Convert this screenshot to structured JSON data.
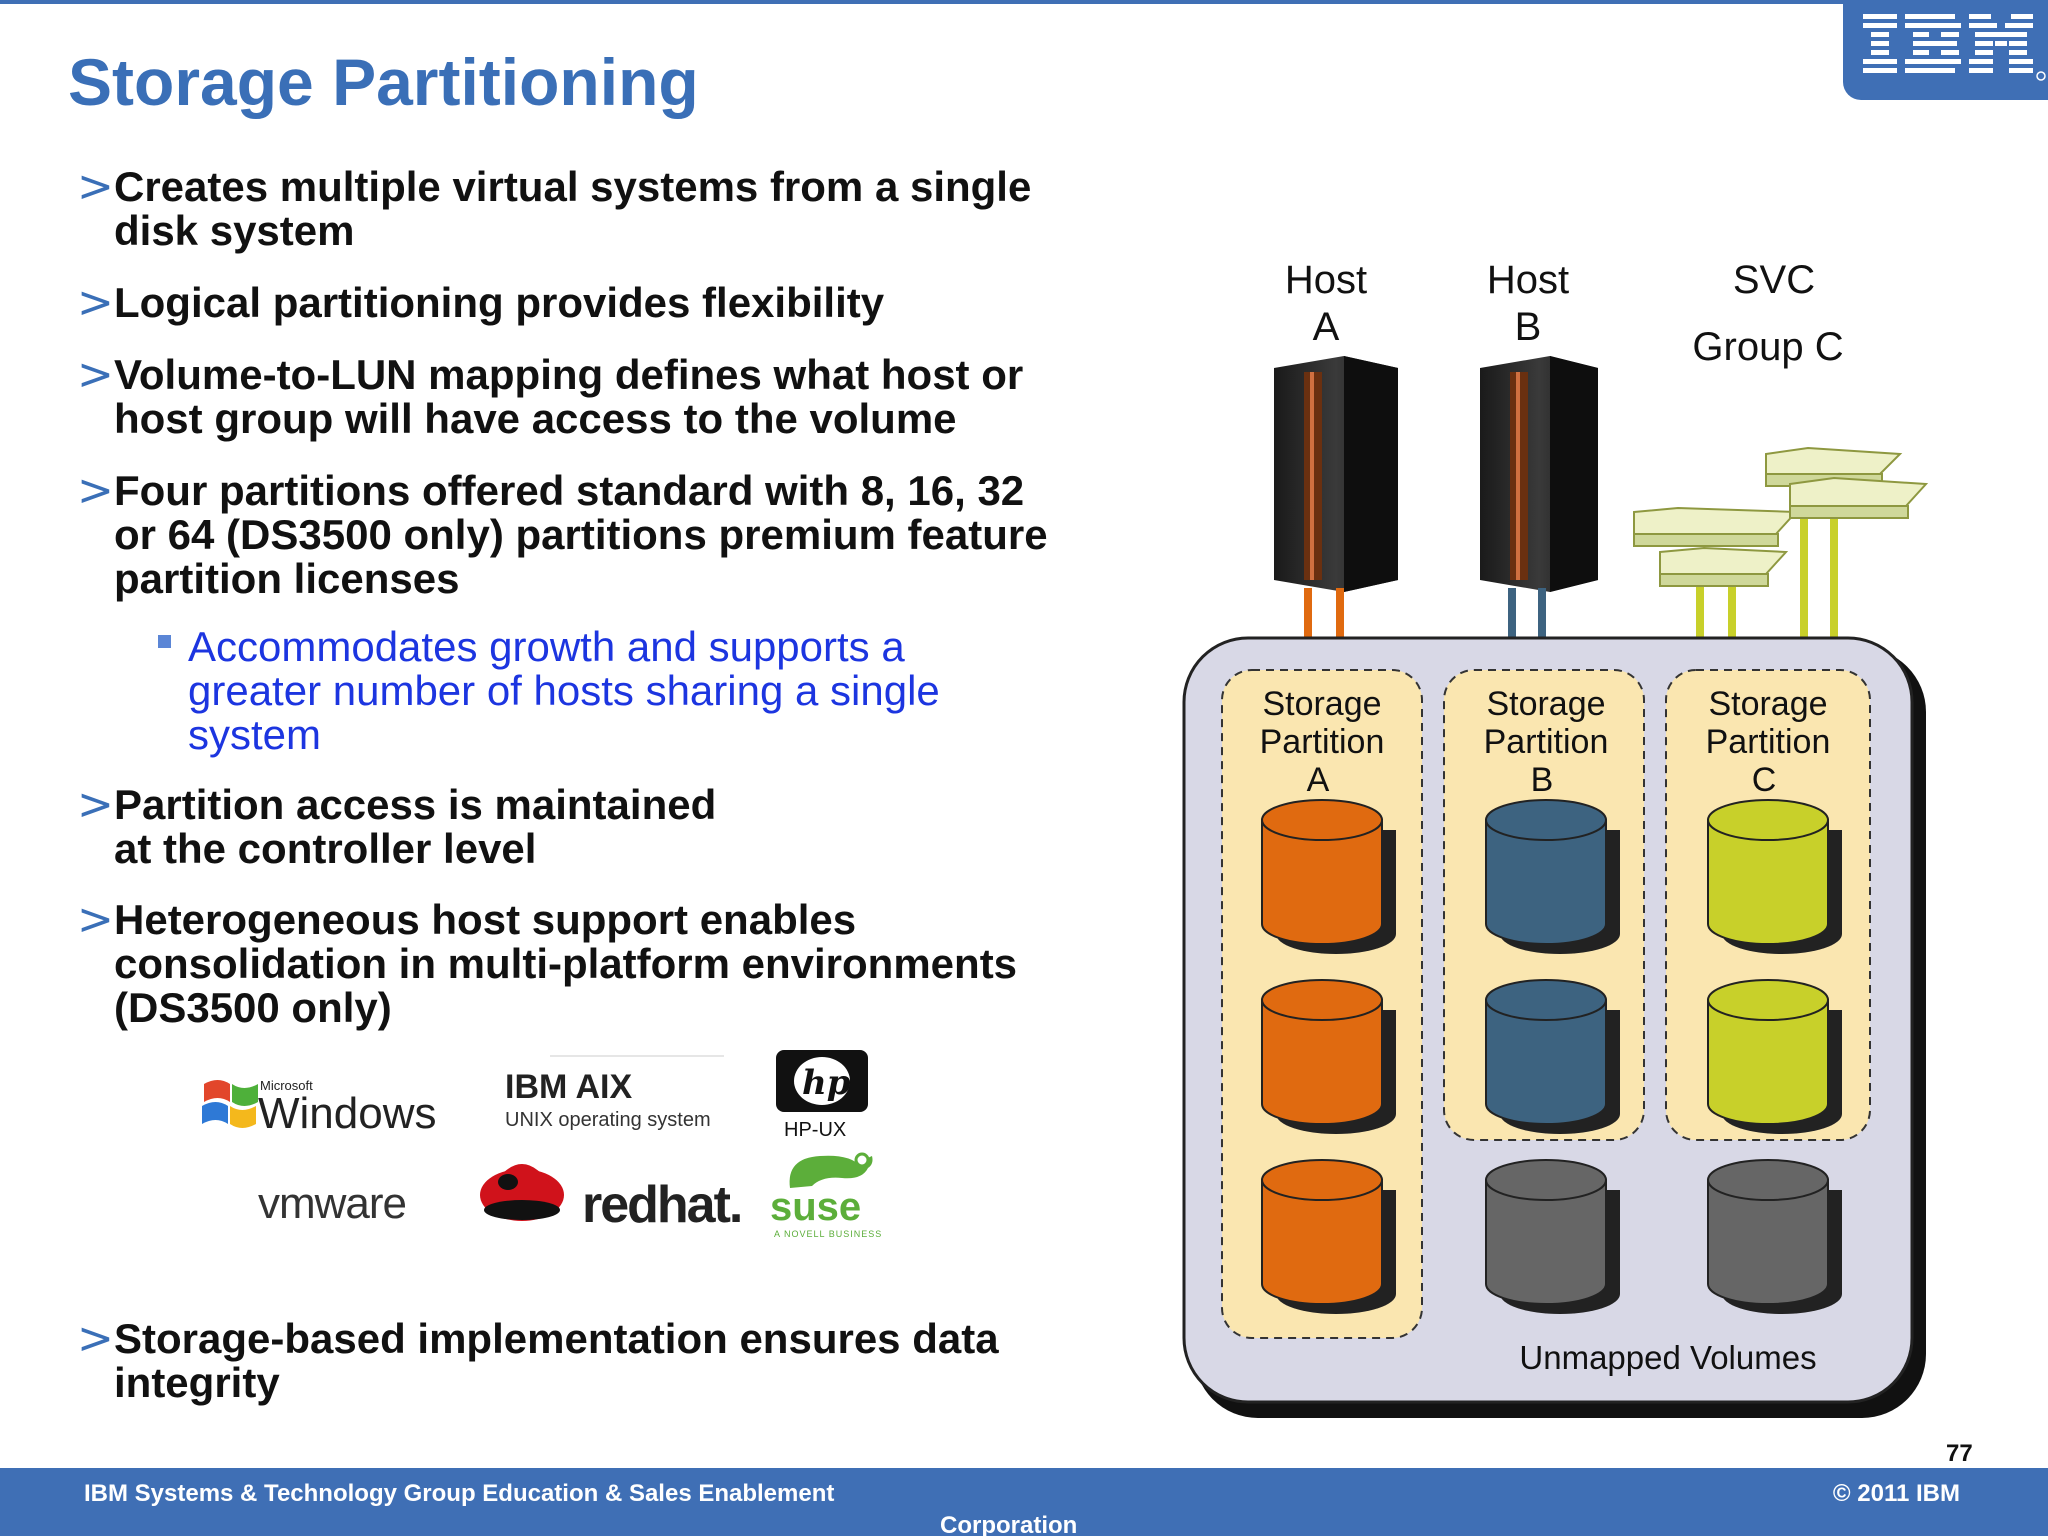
{
  "slide": {
    "title": "Storage Partitioning",
    "page_number": "77"
  },
  "bullets": [
    {
      "text": "Creates multiple virtual systems from a single\ndisk system"
    },
    {
      "text": "Logical partitioning provides flexibility"
    },
    {
      "text": "Volume-to-LUN mapping defines what host or\nhost group will have access to the volume"
    },
    {
      "text": "Four partitions offered standard with 8, 16, 32\nor 64 (DS3500 only) partitions premium feature\npartition licenses"
    },
    {
      "text": "Partition access is maintained\nat the controller level"
    },
    {
      "text": "Heterogeneous host support enables\nconsolidation in multi-platform environments\n(DS3500 only)"
    },
    {
      "text": "Storage-based implementation  ensures data\nintegrity"
    }
  ],
  "sub_bullet": {
    "text": "Accommodates growth and supports a\ngreater number of hosts sharing a single\nsystem"
  },
  "logos": {
    "windows_small": "Microsoft",
    "windows": "Windows",
    "aix_title": "IBM AIX",
    "aix_sub": "UNIX operating system",
    "hp_label": "HP-UX",
    "hp_mark": "hp",
    "vmware": "vmware",
    "redhat": "redhat.",
    "suse": "suse",
    "suse_sub": "A NOVELL BUSINESS"
  },
  "diagram": {
    "hosts": [
      {
        "label_line1": "Host",
        "label_line2": "A"
      },
      {
        "label_line1": "Host",
        "label_line2": "B"
      },
      {
        "label_line1": "SVC",
        "label_line2": "Group C"
      }
    ],
    "partitions": [
      {
        "line1": "Storage",
        "line2": "Partition",
        "line3": "A",
        "color": "#e06a10"
      },
      {
        "line1": "Storage",
        "line2": "Partition",
        "line3": "B",
        "color": "#3d6380"
      },
      {
        "line1": "Storage",
        "line2": "Partition",
        "line3": "C",
        "color": "#c8d02a"
      }
    ],
    "unmapped_label": "Unmapped Volumes",
    "unmapped_color": "#666666"
  },
  "footer": {
    "left": "IBM Systems & Technology Group Education & Sales Enablement",
    "right": "© 2011 IBM",
    "wrap": "Corporation"
  },
  "colors": {
    "brand_blue": "#3f6fb5",
    "partition_bg": "#fae6b0",
    "disk_system_bg": "#d8d8e6"
  }
}
